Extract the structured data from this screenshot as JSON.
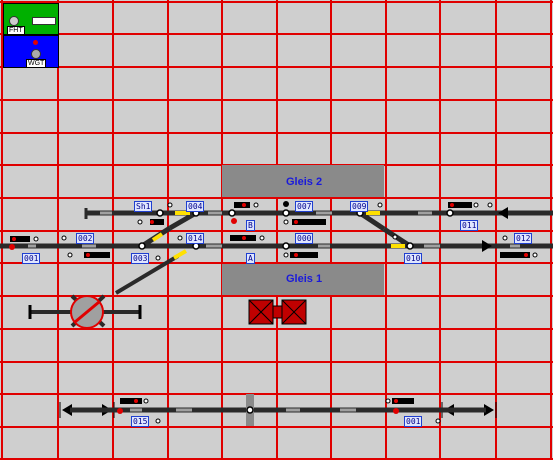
{
  "panel": {
    "fht": {
      "label": "FHT",
      "color": "#00b000"
    },
    "wgt": {
      "label": "WGT",
      "color": "#0000ff"
    }
  },
  "platforms": {
    "gleis2": {
      "label": "Gleis 2"
    },
    "gleis1": {
      "label": "Gleis 1"
    }
  },
  "track_labels": {
    "sh1": "Sh1",
    "b004": "004",
    "b007": "007",
    "b009": "009",
    "b011": "011",
    "b001a": "001",
    "b002": "002",
    "b003": "003",
    "b014": "014",
    "b000": "000",
    "b010": "010",
    "b012": "012",
    "bB": "B",
    "bA": "A",
    "b015": "015",
    "b001b": "001"
  },
  "colors": {
    "background": "#cfcfcf",
    "grid_line": "#e00000",
    "platform": "#8a8a8a",
    "track_dark": "#2a2a2a",
    "track_light": "#a0a0a0",
    "signal_red": "#e00000",
    "switch_yellow": "#ffe000",
    "label_blue": "#1f3fd0"
  }
}
